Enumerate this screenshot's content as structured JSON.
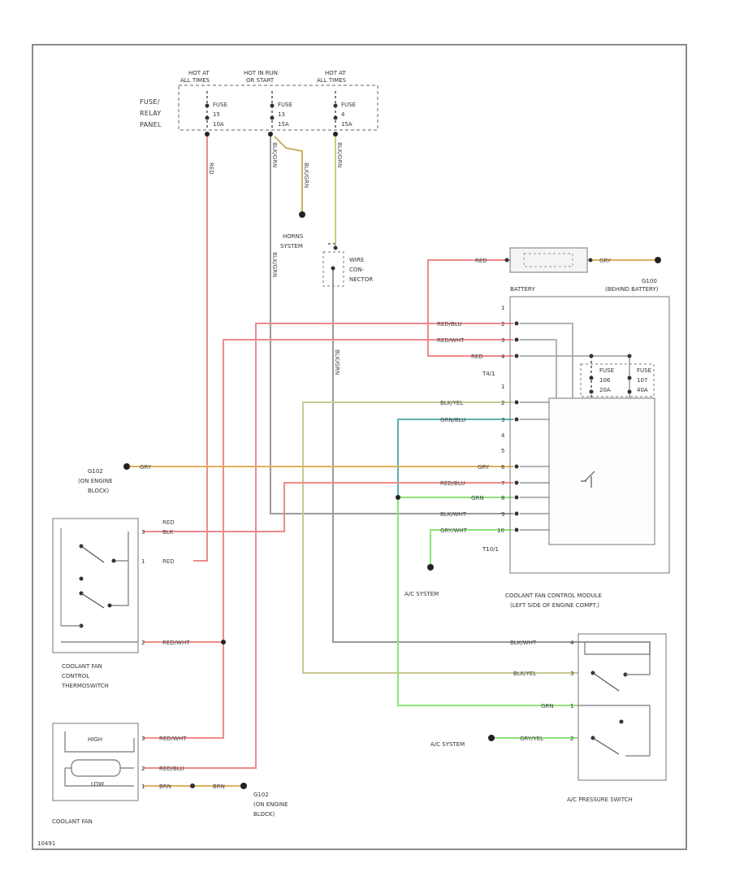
{
  "fuse_panel": {
    "label_lines": [
      "FUSE/",
      "RELAY",
      "PANEL"
    ],
    "hot_labels": [
      [
        "HOT AT",
        "ALL TIMES"
      ],
      [
        "HOT IN RUN",
        "OR START"
      ],
      [
        "HOT AT",
        "ALL TIMES"
      ]
    ],
    "fuses": [
      [
        "FUSE",
        "15",
        "10A"
      ],
      [
        "FUSE",
        "13",
        "15A"
      ],
      [
        "FUSE",
        "4",
        "15A"
      ]
    ]
  },
  "wire_labels": {
    "red_top": "RED",
    "blk_grn_1": "BLK/GRN",
    "blk_grn_2": "BLK/GRN",
    "blk_grn_3": "BLK/GRN",
    "blk_grn_4": "BLK/GRN",
    "blk_grn_5": "BLK/GRN",
    "red_batt": "RED",
    "gry_batt": "GRY",
    "red_blu_1": "RED/BLU",
    "red_wht_1": "RED/WHT",
    "red_1": "RED",
    "blk_yel_1": "BLK/YEL",
    "grn_blu": "GRN/BLU",
    "gry_left": "GRY",
    "gry_right": "GRY",
    "red_blu_2": "RED/BLU",
    "grn_1": "GRN",
    "blk_wht_1": "BLK/WHT",
    "gry_wht_1": "GRY/WHT",
    "red_blk_top": "RED",
    "red_blk_bot": "BLK",
    "red_2": "RED",
    "red_wht_2": "RED/WHT",
    "blk_wht_2": "BLK/WHT",
    "blk_yel_2": "BLK/YEL",
    "grn_2": "GRN",
    "gry_yel": "GRY/YEL",
    "red_wht_3": "RED/WHT",
    "red_blu_3": "RED/BLU",
    "brn_1": "BRN",
    "brn_2": "BRN"
  },
  "components": {
    "horns": [
      "HORNS",
      "SYSTEM"
    ],
    "wire_connector": [
      "WIRE",
      "CON-",
      "NECTOR"
    ],
    "battery": "BATTERY",
    "g100": [
      "G100",
      "(BEHIND BATTERY)"
    ],
    "t4": "T4/1",
    "t10": "T10/1",
    "fuse_a": [
      "FUSE",
      "106",
      "20A"
    ],
    "fuse_b": [
      "FUSE",
      "107",
      "40A"
    ],
    "g102_left": [
      "G102",
      "(ON ENGINE",
      "BLOCK)"
    ],
    "module": [
      "COOLANT FAN CONTROL MODULE",
      "(LEFT SIDE OF ENGINE COMPT.)"
    ],
    "ac_system_1": "A/C SYSTEM",
    "ac_system_2": "A/C SYSTEM",
    "thermoswitch": [
      "COOLANT FAN",
      "CONTROL",
      "THERMOSWITCH"
    ],
    "fan": "COOLANT FAN",
    "fan_high": "HIGH",
    "fan_low": "LOW",
    "g102_bottom": [
      "G102",
      "(ON ENGINE",
      "BLOCK)"
    ],
    "pressure_switch": "A/C PRESSURE SWITCH",
    "footer_code": "10491"
  },
  "pins": {
    "module": [
      "1",
      "2",
      "3",
      "4",
      "1",
      "2",
      "3",
      "4",
      "5",
      "6",
      "7",
      "8",
      "9",
      "10"
    ],
    "thermo": [
      "3",
      "1",
      "2"
    ],
    "fan": [
      "3",
      "2",
      "1"
    ],
    "pressure": [
      "4",
      "3",
      "1",
      "2"
    ]
  },
  "colors": {
    "red": "#f08a8a",
    "grey": "#9a9a9a",
    "green": "#8fe27a",
    "yellow": "#e0b060",
    "olive": "#c8c890",
    "teal": "#5ab0b0",
    "box": "#555555"
  }
}
